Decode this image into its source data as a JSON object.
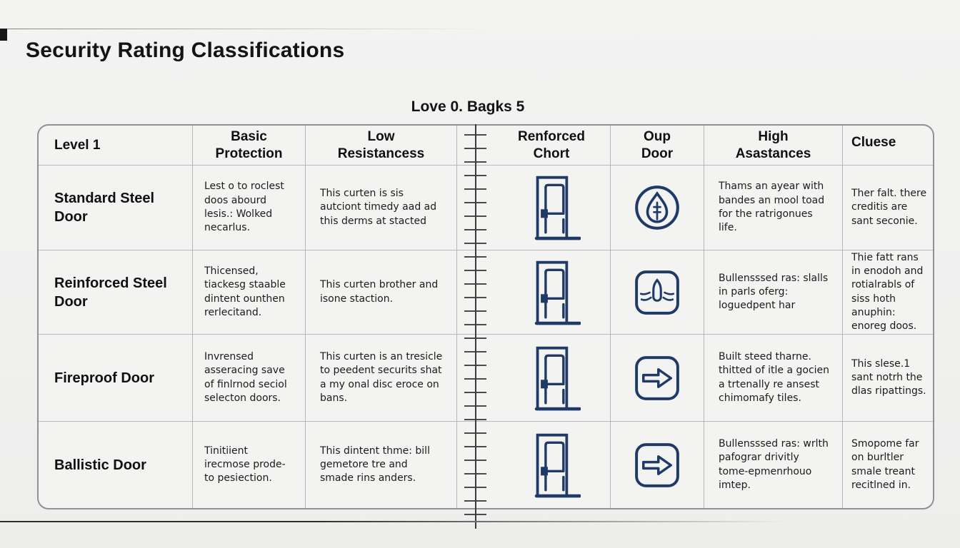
{
  "page": {
    "title": "Security Rating Classifications",
    "subtitle": "Love 0. Bagks 5"
  },
  "colors": {
    "accent_navy": "#1f3a66",
    "background": "#f1f1f0",
    "table_border": "#8f9397"
  },
  "table": {
    "headers": [
      "Level 1",
      "Basic\nProtection",
      "Low\nResistancess",
      "Renforced\nChort",
      "Oup\nDoor",
      "High\nAsastances",
      "Cluese"
    ],
    "rows": [
      {
        "level": "Standard Steel Door",
        "basic_protection": "Lest o to roclest doos abourd lesis.: Wolked necarlus.",
        "low_resistance": "This curten is sis autciont timedy aad ad this derms at stacted",
        "door_icon": "door-outline-icon",
        "badge_icon": "drop-in-circle-icon",
        "high_assistance": "Thams an ayear with bandes an mool toad for the ratrigonues life.",
        "clues": "Ther falt. there creditis are sant seconie."
      },
      {
        "level": "Reinforced Steel Door",
        "basic_protection": "Thicensed, tiackesg staable dintent ounthen rerlecitand.",
        "low_resistance": "This curten brother and isone staction.",
        "door_icon": "door-outline-icon",
        "badge_icon": "bullet-speed-square-icon",
        "high_assistance": "Bullensssed ras: slalls in parls oferg: loguedpent har",
        "clues": "Thie fatt rans in enodoh and rotialrabls of siss hoth anuphin: enoreg doos."
      },
      {
        "level": "Fireproof Door",
        "basic_protection": "Invrensed asseracing save of finlrnod seciol selecton doors.",
        "low_resistance": "This curten is an tresicle to peedent securits shat a my onal disc eroce on bans.",
        "door_icon": "door-outline-icon",
        "badge_icon": "arrow-right-square-icon",
        "high_assistance": "Built steed tharne. thitted of itle a gocien a trtenally re ansest chimomafy tiles.",
        "clues": "This slese.1 sant notrh the dlas ripattings."
      },
      {
        "level": "Ballistic Door",
        "basic_protection": "Tinitiient irecmose prode-to pesiection.",
        "low_resistance": "This dintent thme: bill gemetore tre and smade rins anders.",
        "door_icon": "door-outline-icon",
        "badge_icon": "arrow-right-square-icon",
        "high_assistance": "Bullensssed ras: wrlth pafograr drivitly tome-epmenrhouo imtep.",
        "clues": "Smopome far on burltler smale treant recitlned in."
      }
    ]
  }
}
